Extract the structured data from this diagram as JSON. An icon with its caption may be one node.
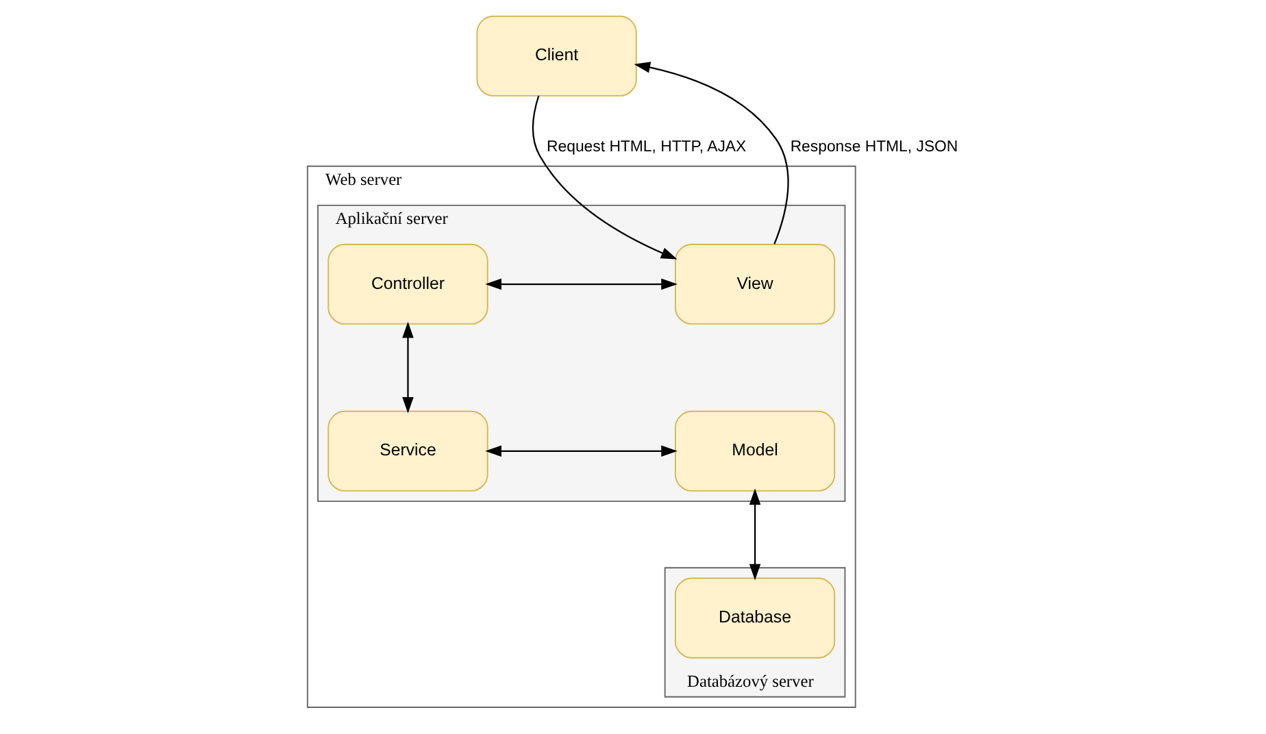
{
  "diagram": {
    "nodes": [
      {
        "text": [
          "Client"
        ]
      },
      {
        "text": [
          "Web server"
        ]
      },
      {
        "text": [
          "Aplikační server"
        ],
        "in": 1
      },
      {
        "text": [
          "Controller"
        ],
        "in": 2
      },
      {
        "text": [
          "View"
        ],
        "in": 2
      },
      {
        "text": [
          "Service"
        ],
        "in": 2
      },
      {
        "text": [
          "Model"
        ],
        "in": 2
      },
      {
        "text": [
          "Databázový server"
        ],
        "in": 1
      },
      {
        "text": [
          "Database"
        ],
        "in": 7
      }
    ],
    "edges": [
      {
        "from": 0,
        "to": 4,
        "arrow": "to",
        "label": "Request HTML, HTTP, AJAX"
      },
      {
        "from": 4,
        "to": 0,
        "arrow": "to",
        "label": "Response HTML, JSON"
      },
      {
        "from": 3,
        "to": 4,
        "arrow": "both"
      },
      {
        "from": 3,
        "to": 5,
        "arrow": "both"
      },
      {
        "from": 5,
        "to": 6,
        "arrow": "both"
      },
      {
        "from": 6,
        "to": 8,
        "arrow": "both"
      }
    ]
  }
}
